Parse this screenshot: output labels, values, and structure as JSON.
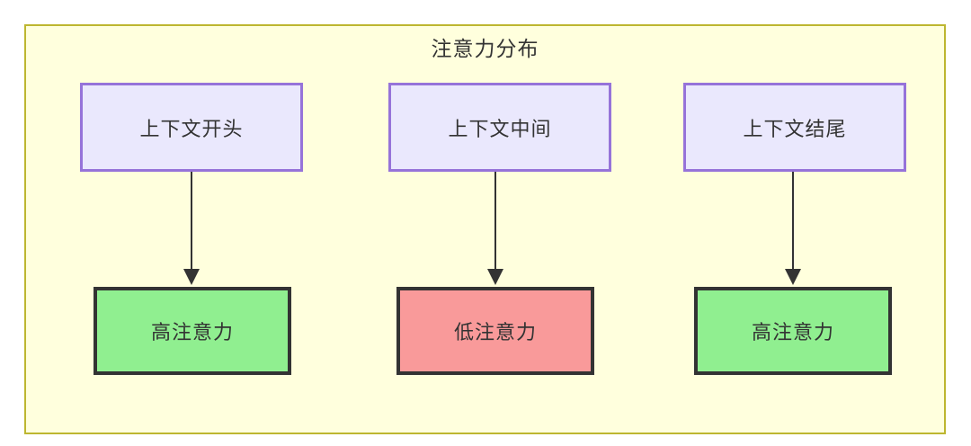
{
  "diagram": {
    "type": "flowchart",
    "title": "注意力分布",
    "background": "#ffffff",
    "container": {
      "fill": "#ffffdd",
      "stroke": "#bdb630"
    },
    "palette": {
      "context_fill": "#eae8fd",
      "context_stroke": "#9673d9",
      "high_attention_fill": "#90ef90",
      "low_attention_fill": "#f99a9a",
      "node_stroke": "#333333",
      "text": "#333333"
    },
    "columns": [
      {
        "id": "start",
        "context": {
          "label": "上下文开头"
        },
        "level": {
          "label": "高注意力",
          "kind": "high"
        }
      },
      {
        "id": "middle",
        "context": {
          "label": "上下文中间"
        },
        "level": {
          "label": "低注意力",
          "kind": "low"
        }
      },
      {
        "id": "end",
        "context": {
          "label": "上下文结尾"
        },
        "level": {
          "label": "高注意力",
          "kind": "high"
        }
      }
    ],
    "edges": [
      {
        "from": "上下文开头",
        "to": "高注意力",
        "style": "arrow"
      },
      {
        "from": "上下文中间",
        "to": "低注意力",
        "style": "arrow"
      },
      {
        "from": "上下文结尾",
        "to": "高注意力",
        "style": "arrow"
      }
    ]
  }
}
